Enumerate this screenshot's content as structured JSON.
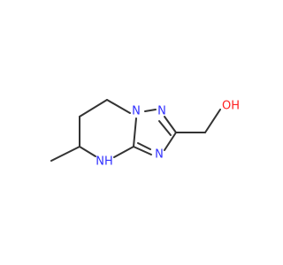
{
  "molecule": {
    "atoms": [
      {
        "id": "C1",
        "label": "",
        "element": "C"
      },
      {
        "id": "C2",
        "label": "",
        "element": "C"
      },
      {
        "id": "C3",
        "label": "",
        "element": "C"
      },
      {
        "id": "C4",
        "label": "",
        "element": "C"
      },
      {
        "id": "CH3",
        "label": "",
        "element": "C"
      },
      {
        "id": "N1",
        "label": "N",
        "element": "N"
      },
      {
        "id": "N2",
        "label": "N",
        "element": "N"
      },
      {
        "id": "N3",
        "label": "N",
        "element": "N"
      },
      {
        "id": "N4",
        "label": "N",
        "element": "N"
      },
      {
        "id": "NH",
        "label": "NH",
        "element": "N"
      },
      {
        "id": "C5",
        "label": "",
        "element": "C"
      },
      {
        "id": "C6",
        "label": "",
        "element": "C"
      },
      {
        "id": "CH2",
        "label": "",
        "element": "C"
      },
      {
        "id": "O",
        "label": "OH",
        "element": "O"
      }
    ],
    "bonds": [
      {
        "from": "C1",
        "to": "C2",
        "order": 1
      },
      {
        "from": "C2",
        "to": "N1",
        "order": 1
      },
      {
        "from": "N1",
        "to": "N2",
        "order": 1
      },
      {
        "from": "N2",
        "to": "C6",
        "order": 2
      },
      {
        "from": "C6",
        "to": "N3",
        "order": 1
      },
      {
        "from": "N3",
        "to": "C5",
        "order": 2
      },
      {
        "from": "C5",
        "to": "N1",
        "order": 1
      },
      {
        "from": "C5",
        "to": "NH",
        "order": 1
      },
      {
        "from": "NH",
        "to": "C3",
        "order": 1
      },
      {
        "from": "C3",
        "to": "C1",
        "order": 1
      },
      {
        "from": "C3",
        "to": "CH3",
        "order": 1
      },
      {
        "from": "C6",
        "to": "CH2",
        "order": 1
      },
      {
        "from": "CH2",
        "to": "O",
        "order": 1
      }
    ]
  },
  "labels": {
    "N_top": "N",
    "N_right": "N",
    "N_bottom": "N",
    "NH": "NH",
    "OH": "OH"
  },
  "colors": {
    "bond": "#333333",
    "nitrogen": "#2f2fff",
    "oxygen": "#ff2020"
  }
}
